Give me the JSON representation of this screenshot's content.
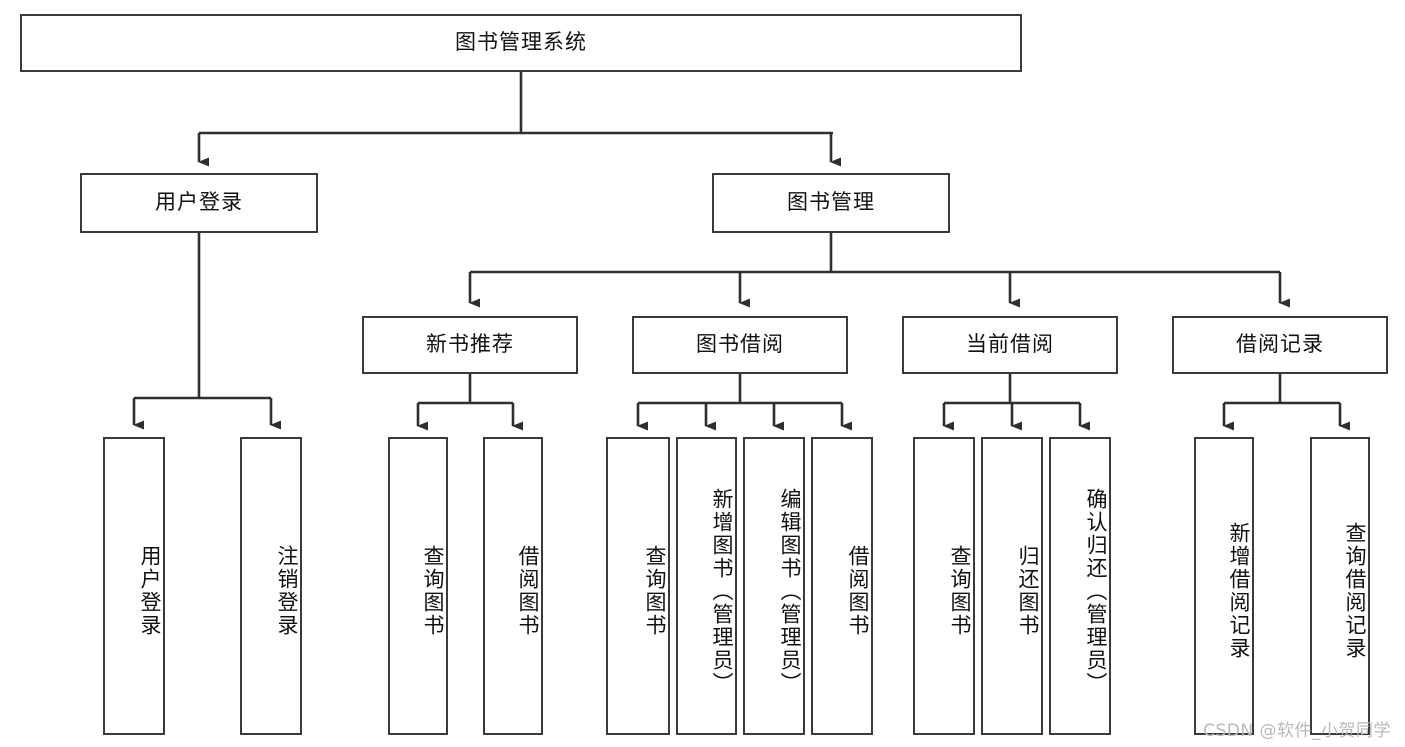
{
  "diagram": {
    "title": "图书管理系统",
    "type": "tree-hierarchy",
    "style": {
      "box_fill": "#ffffff",
      "box_stroke": "#3a3a3a",
      "edge_stroke": "#2f2f2f",
      "text_color": "#111111",
      "background": "#ffffff"
    },
    "root": {
      "label": "图书管理系统"
    },
    "level1": [
      {
        "label": "用户登录"
      },
      {
        "label": "图书管理"
      }
    ],
    "level2": [
      {
        "label": "新书推荐"
      },
      {
        "label": "图书借阅"
      },
      {
        "label": "当前借阅"
      },
      {
        "label": "借阅记录"
      }
    ],
    "leaves": {
      "user_login": [
        {
          "label": "用户登录"
        },
        {
          "label": "注销登录"
        }
      ],
      "new_book_recommend": [
        {
          "label": "查询图书"
        },
        {
          "label": "借阅图书"
        }
      ],
      "book_borrow": [
        {
          "label": "查询图书"
        },
        {
          "label": "新增图书（管理员）"
        },
        {
          "label": "编辑图书（管理员）"
        },
        {
          "label": "借阅图书"
        }
      ],
      "current_borrow": [
        {
          "label": "查询图书"
        },
        {
          "label": "归还图书"
        },
        {
          "label": "确认归还（管理员）"
        }
      ],
      "borrow_record": [
        {
          "label": "新增借阅记录"
        },
        {
          "label": "查询借阅记录"
        }
      ]
    }
  },
  "watermark": {
    "text": "CSDN @软件_小贺同学"
  }
}
